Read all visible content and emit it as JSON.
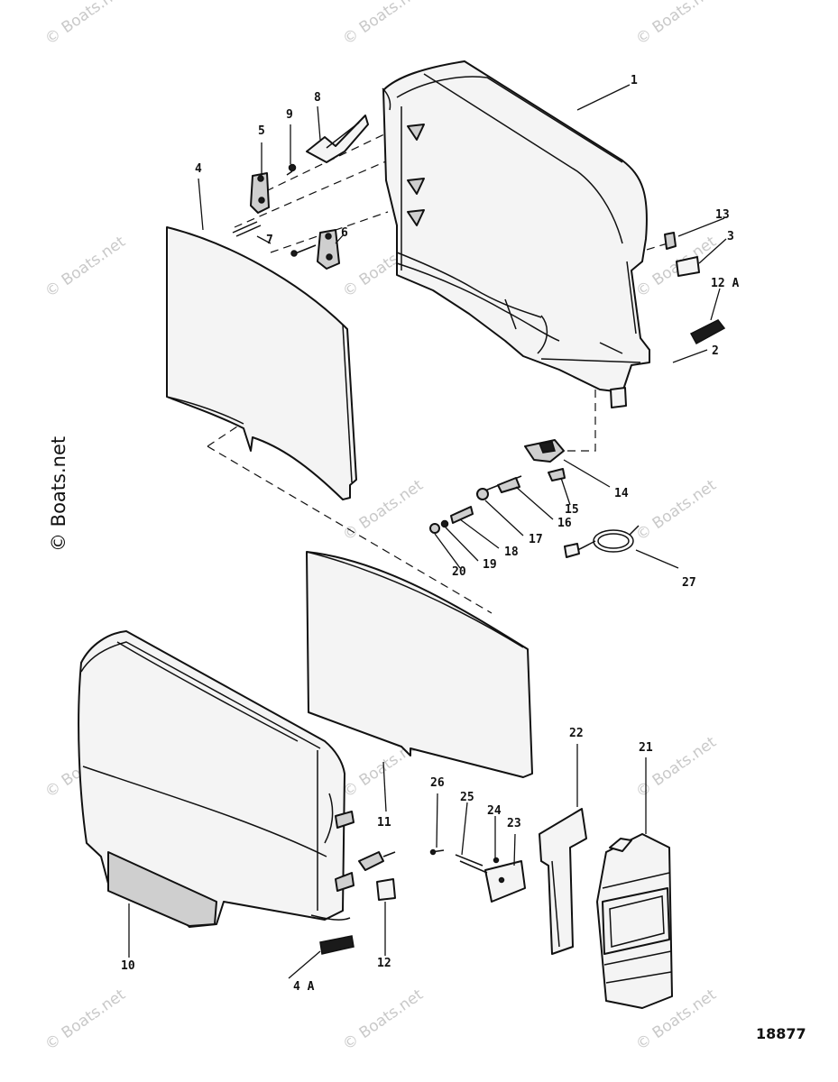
{
  "watermark": {
    "text": "© Boats.net",
    "vertical_text": "© Boats.net"
  },
  "figure_number": "18877",
  "callouts": {
    "p1": "1",
    "p2": "2",
    "p3": "3",
    "p4": "4",
    "p4a": "4 A",
    "p5": "5",
    "p6": "6",
    "p7": "7",
    "p8": "8",
    "p9": "9",
    "p10": "10",
    "p11": "11",
    "p12": "12",
    "p12a": "12 A",
    "p13": "13",
    "p14": "14",
    "p15": "15",
    "p16": "16",
    "p17": "17",
    "p18": "18",
    "p19": "19",
    "p20": "20",
    "p21": "21",
    "p22": "22",
    "p23": "23",
    "p24": "24",
    "p25": "25",
    "p26": "26",
    "p27": "27"
  }
}
